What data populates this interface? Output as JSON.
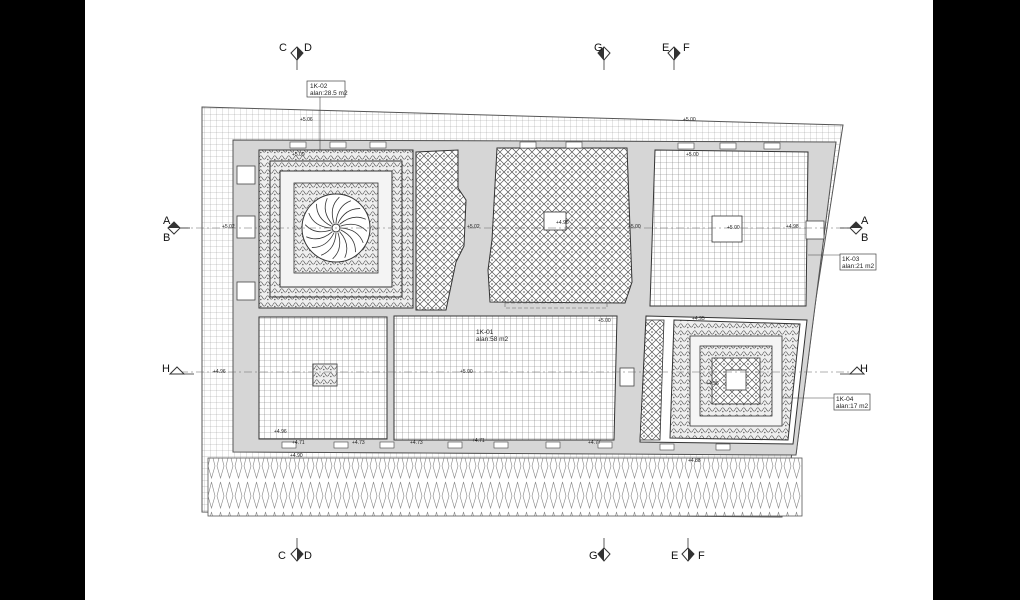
{
  "section_markers": {
    "top": [
      {
        "id": "cd_top",
        "left": "C",
        "right": "D"
      },
      {
        "id": "g_top",
        "left": "G",
        "right": ""
      },
      {
        "id": "ef_top",
        "left": "E",
        "right": "F"
      }
    ],
    "bottom": [
      {
        "id": "cd_bottom",
        "left": "C",
        "right": "D"
      },
      {
        "id": "g_bottom",
        "left": "G",
        "right": ""
      },
      {
        "id": "ef_bottom",
        "left": "E",
        "right": "F"
      }
    ],
    "left": [
      {
        "id": "ab_left",
        "upper": "A",
        "lower": "B"
      },
      {
        "id": "h_left",
        "upper": "H",
        "lower": ""
      }
    ],
    "right": [
      {
        "id": "ab_right",
        "upper": "A",
        "lower": "B"
      },
      {
        "id": "h_right",
        "upper": "H",
        "lower": ""
      }
    ]
  },
  "room_labels": {
    "r1k02": {
      "code": "1K-02",
      "area": "alan:28.5 m2"
    },
    "r1k01": {
      "code": "1K-01",
      "area": "alan:58 m2"
    },
    "r1k03": {
      "code": "1K-03",
      "area": "alan:21 m2"
    },
    "r1k04": {
      "code": "1K-04",
      "area": "alan:17 m2"
    }
  },
  "elevations": {
    "e1": "+5.06",
    "e2": "+5.00",
    "e3": "+5.02",
    "e4": "+5.02",
    "e5": "+4.96",
    "e6": "+5.00",
    "e7": "+5.00",
    "e8": "+4.98",
    "e9": "+4.96",
    "e10": "+4.96",
    "e11": "+4.71",
    "e12": "+4.73",
    "e13": "+4.73",
    "e14": "+4.71",
    "e15": "+4.77",
    "e16": "+4.90",
    "e17": "+4.88",
    "e18": "+5.09",
    "e19": "+5.00",
    "e20": "+4.95",
    "e21": "+4.96",
    "e22": "+5.00",
    "e23": "+5.00"
  },
  "colors": {
    "sheet": "#ffffff",
    "frame": "#000000",
    "wall": "#d6d6d6",
    "line": "#555555",
    "ink": "#222222"
  }
}
